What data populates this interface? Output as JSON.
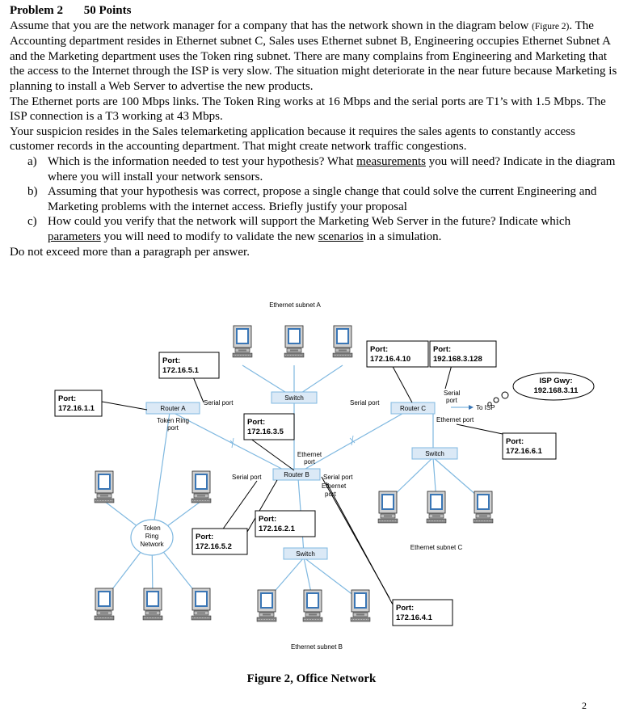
{
  "problem": {
    "number": "Problem 2",
    "points": "50 Points"
  },
  "p1a": "Assume that you are the network manager for a company that has the network shown in the diagram below",
  "p1_fig": "(Figure 2)",
  "p1b": ". The Accounting department resides in Ethernet subnet C, Sales uses Ethernet subnet B, Engineering occupies Ethernet Subnet A and the Marketing department uses the Token ring subnet. There are many complains from Engineering and Marketing that the access to the Internet through the ISP is very slow. The situation might deteriorate in the near future because Marketing is planning to install a Web Server to advertise the new products.",
  "p2": "The Ethernet ports are 100 Mbps links. The Token Ring works at 16 Mbps and the serial ports are T1’s with 1.5 Mbps. The ISP connection is a T3 working at 43 Mbps.",
  "p3": "Your suspicion resides in the Sales telemarketing application because it requires the sales agents to constantly access customer records in the accounting department. That might create network traffic congestions.",
  "questions": {
    "a_label": "a)",
    "a_pre": "Which is the information needed to test your hypothesis? What ",
    "a_u": "measurements",
    "a_post": " you will need? Indicate in the diagram where you will install your network sensors.",
    "b_label": "b)",
    "b_text": "Assuming that your hypothesis was correct, propose a single change that could solve the current Engineering and Marketing problems with the internet access. Briefly justify your proposal",
    "c_label": "c)",
    "c_pre": "How could you verify that the network will support the Marketing Web Server in the future? Indicate which ",
    "c_u1": "parameters",
    "c_mid": " you will need to modify to validate the new ",
    "c_u2": "scenarios",
    "c_post": " in a simulation."
  },
  "closing": "Do not exceed more than a paragraph per answer.",
  "diagram": {
    "subnet_a": "Ethernet subnet A",
    "subnet_b": "Ethernet subnet B",
    "subnet_c": "Ethernet subnet C",
    "switch_a": "Switch",
    "switch_b": "Switch",
    "switch_c": "Switch",
    "router_a": "Router A",
    "router_b": "Router B",
    "router_c": "Router C",
    "token_ring_port_1": "Token Ring",
    "token_ring_port_2": "port",
    "token_network_1": "Token",
    "token_network_2": "Ring",
    "token_network_3": "Network",
    "serial_port_ra": "Serial port",
    "serial_port_rc": "Serial port",
    "serial_port_rb_left": "Serial port",
    "serial_port_rb_right": "Serial port",
    "serial_port_rc_isp_1": "Serial",
    "serial_port_rc_isp_2": "port",
    "ethernet_port_rb_top_1": "Ethernet",
    "ethernet_port_rb_top_2": "port",
    "ethernet_port_rb_right_1": "Ethernet",
    "ethernet_port_rb_right_2": "port",
    "ethernet_port_rc": "Ethernet port",
    "to_isp": "To ISP",
    "port_label": "Port:",
    "port_1": "172.16.1.1",
    "port_2": "172.16.5.1",
    "port_3": "172.16.3.5",
    "port_4": "172.16.4.10",
    "port_5": "192.168.3.128",
    "port_6": "172.16.6.1",
    "port_7": "172.16.2.1",
    "port_8": "172.16.5.2",
    "port_9": "172.16.4.1",
    "isp_gwy_label": "ISP Gwy:",
    "isp_gwy_ip": "192.168.3.11"
  },
  "caption": "Figure 2, Office Network",
  "page_number": "2"
}
